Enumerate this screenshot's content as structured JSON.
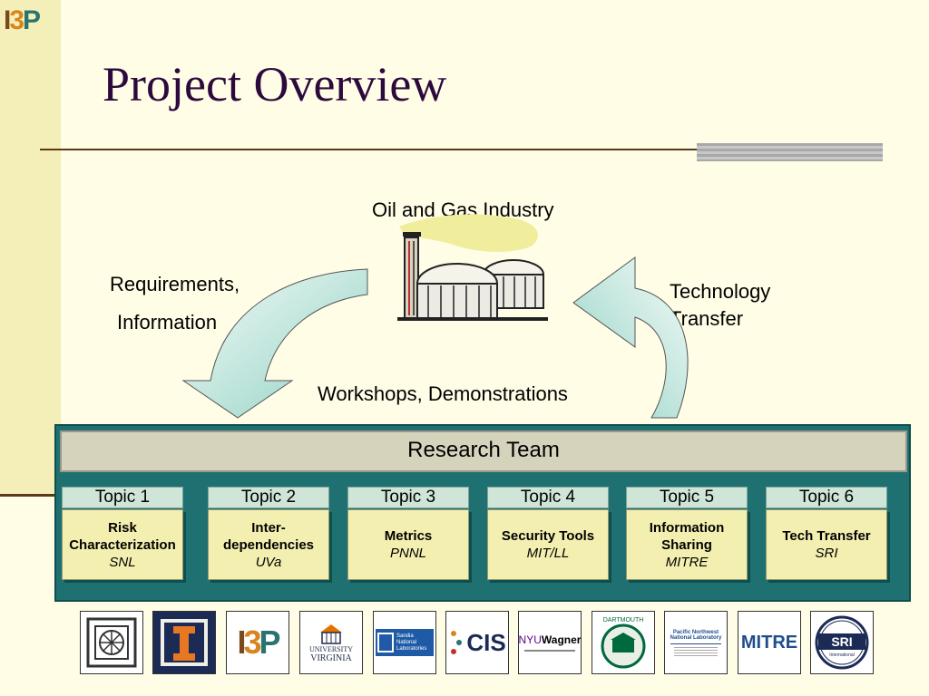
{
  "header": {
    "logo": {
      "parts": [
        "I",
        "3",
        "P"
      ]
    },
    "title": "Project Overview"
  },
  "diagram": {
    "industry_label": "Oil and Gas Industry",
    "left_arrow_label_1": "Requirements,",
    "left_arrow_label_2": "Information",
    "right_arrow_label_1": "Technology",
    "right_arrow_label_2": "Transfer",
    "center_label": "Workshops, Demonstrations",
    "research_team": "Research Team"
  },
  "topics": [
    {
      "label": "Topic 1",
      "name_lines": [
        "Risk",
        "Characterization"
      ],
      "org": "SNL"
    },
    {
      "label": "Topic 2",
      "name_lines": [
        "Inter-",
        "dependencies"
      ],
      "org": "UVa"
    },
    {
      "label": "Topic 3",
      "name_lines": [
        "Metrics"
      ],
      "org": "PNNL"
    },
    {
      "label": "Topic 4",
      "name_lines": [
        "Security Tools"
      ],
      "org": "MIT/LL"
    },
    {
      "label": "Topic 5",
      "name_lines": [
        "Information",
        "Sharing"
      ],
      "org": "MITRE"
    },
    {
      "label": "Topic 6",
      "name_lines": [
        "Tech Transfer"
      ],
      "org": "SRI"
    }
  ],
  "partners": {
    "uva": {
      "line1": "UNIVERSITY",
      "line2": "VIRGINIA"
    },
    "sandia": {
      "line1": "Sandia",
      "line2": "National",
      "line3": "Laboratories"
    },
    "cis": {
      "text": "CIS"
    },
    "nyu": {
      "line1": "NYU",
      "line2": "Wagner"
    },
    "dartmouth": {
      "text": "DARTMOUTH"
    },
    "pnnl": {
      "line1": "Pacific Northwest",
      "line2": "National Laboratory"
    },
    "mitre": {
      "text": "MITRE"
    },
    "sri": {
      "line1": "SRI",
      "line2": "International"
    }
  },
  "colors": {
    "background": "#fffde6",
    "title": "#2d0a3d",
    "panel": "#1f7070",
    "topic_header": "#cfe5d8",
    "topic_body": "#f3efb0"
  }
}
